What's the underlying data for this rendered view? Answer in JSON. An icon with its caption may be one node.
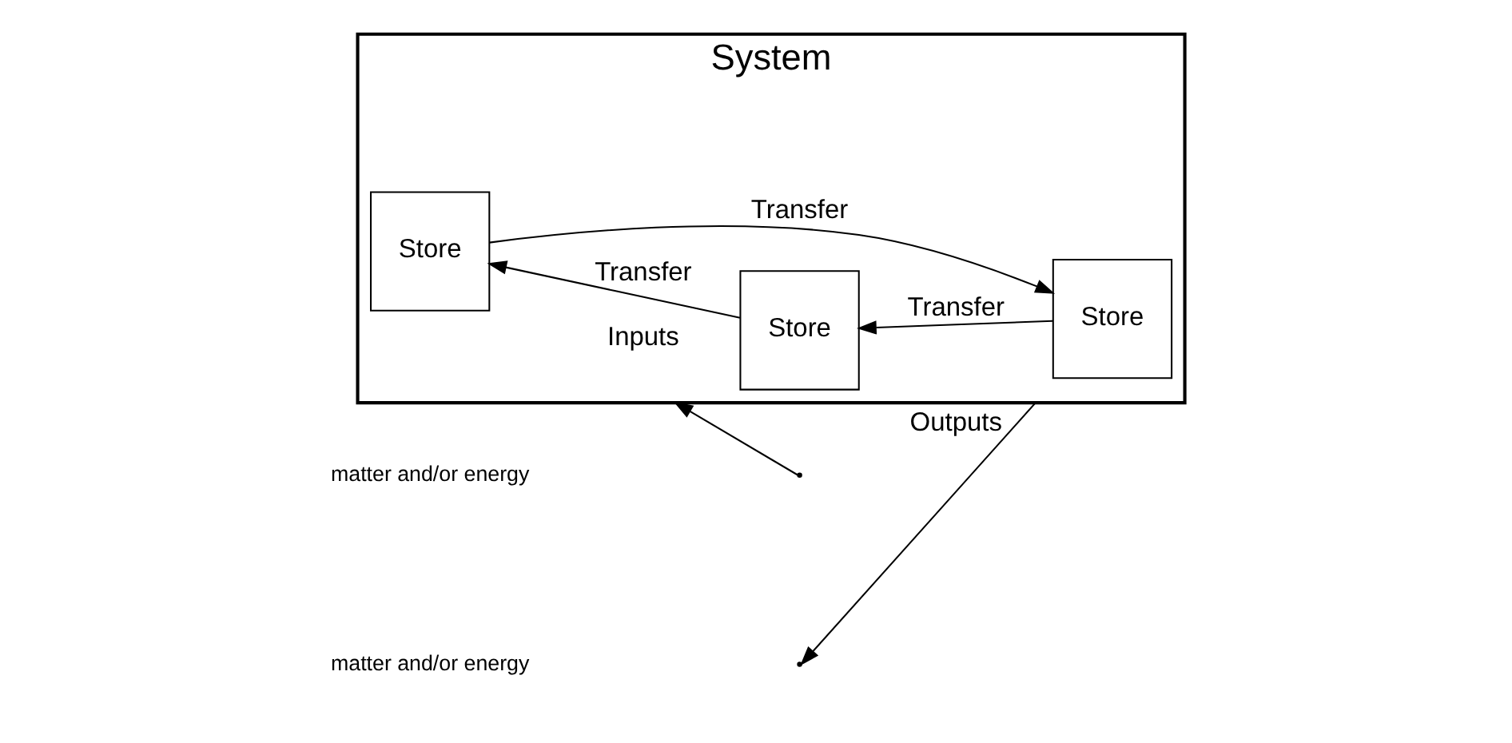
{
  "diagram": {
    "nodes": [
      {
        "text": [
          "System"
        ]
      },
      {
        "text": [
          "Store"
        ],
        "in": 0
      },
      {
        "text": [
          "Store"
        ],
        "in": 0
      },
      {
        "text": [
          "Store"
        ],
        "in": 0
      }
    ],
    "edges": [
      {
        "from": 1,
        "to": 2,
        "arrow": "to",
        "label": "Transfer"
      },
      {
        "from": 2,
        "to": 3,
        "arrow": "to",
        "label": "Transfer"
      },
      {
        "from": 3,
        "to": 1,
        "arrow": "to",
        "label": "Transfer"
      },
      {
        "from": 0,
        "to": null,
        "arrow": "to",
        "label": "Outputs"
      },
      {
        "from": null,
        "to": 0,
        "arrow": "to",
        "label": "Inputs"
      }
    ],
    "labels": [
      "matter and/or energy",
      "matter and/or energy"
    ]
  }
}
